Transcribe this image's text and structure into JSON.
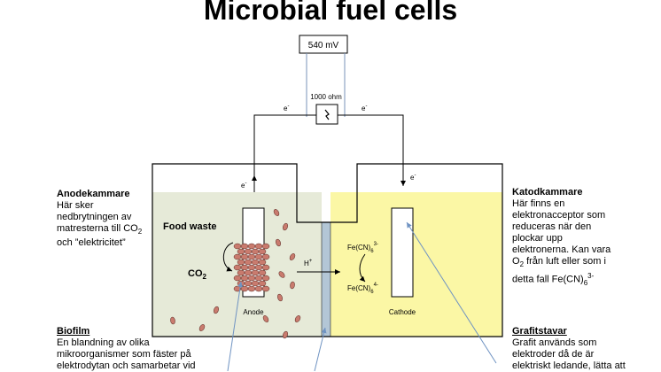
{
  "title": "Microbial fuel cells",
  "meter": {
    "reading": "540 mV"
  },
  "resistor": {
    "label": "1000 ohm"
  },
  "electron_label": "e",
  "electron_sup": "-",
  "electrodes": {
    "anode": "Anode",
    "cathode": "Cathode"
  },
  "anode_text": {
    "food_waste": "Food waste",
    "co2_main": "CO",
    "co2_sub": "2"
  },
  "proton": {
    "main": "H",
    "sup": "+"
  },
  "cathode_species": {
    "fe3_main": "Fe(CN)",
    "fe3_sub": "6",
    "fe3_sup": "3-",
    "fe4_main": "Fe(CN)",
    "fe4_sub": "6",
    "fe4_sup": "4-"
  },
  "left_notes": {
    "anode_title": "Anodekammare",
    "anode_l1": "Här sker",
    "anode_l2": "nedbrytningen  av",
    "anode_l3_main": "matresterna till CO",
    "anode_l3_sub": "2",
    "anode_l4": "och ”elektricitet”",
    "biofilm_title": "Biofilm",
    "biofilm_l1": "En blandning av olika",
    "biofilm_l2": "mikroorganismer  som fäster på",
    "biofilm_l3": "elektrodytan och samarbetar vid"
  },
  "right_notes": {
    "cathode_title": "Katodkammare",
    "cathode_l1": "Här finns en",
    "cathode_l2": "elektronacceptor  som",
    "cathode_l3": "reduceras när den",
    "cathode_l4": "plockar upp",
    "cathode_l5": "elektronerna. Kan vara",
    "cathode_l6_a": "O",
    "cathode_l6_sub": "2",
    "cathode_l6_b": " från luft eller som i",
    "cathode_l7_main": "detta fall Fe(CN)",
    "cathode_l7_sub": "6",
    "cathode_l7_sup": "3-",
    "graphite_title": "Grafitstavar",
    "graphite_l1": "Grafit används som",
    "graphite_l2": "elektroder då de är",
    "graphite_l3": "elektriskt ledande, lätta att"
  },
  "colors": {
    "anode_fill": "#e6ead8",
    "cathode_fill": "#fbf7a5",
    "membrane_fill": "#b3c6d6",
    "bacteria_fill": "#c97b6e",
    "pointer_line": "#6f93c2"
  }
}
